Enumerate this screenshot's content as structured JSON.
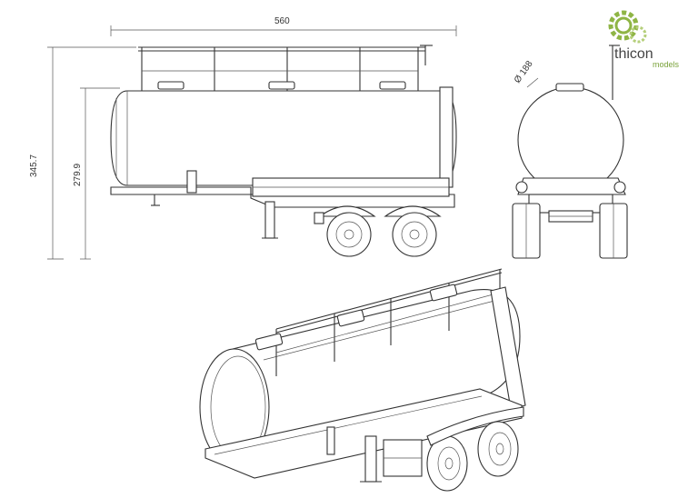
{
  "logo": {
    "name": "thicon",
    "subtitle": "models",
    "accent_color": "#8fb545"
  },
  "dimensions": {
    "overall_length": "560",
    "overall_height": "345.7",
    "deck_height": "279.9",
    "tank_diameter": "Ø 188"
  },
  "colors": {
    "line": "#333333",
    "background": "#ffffff"
  }
}
